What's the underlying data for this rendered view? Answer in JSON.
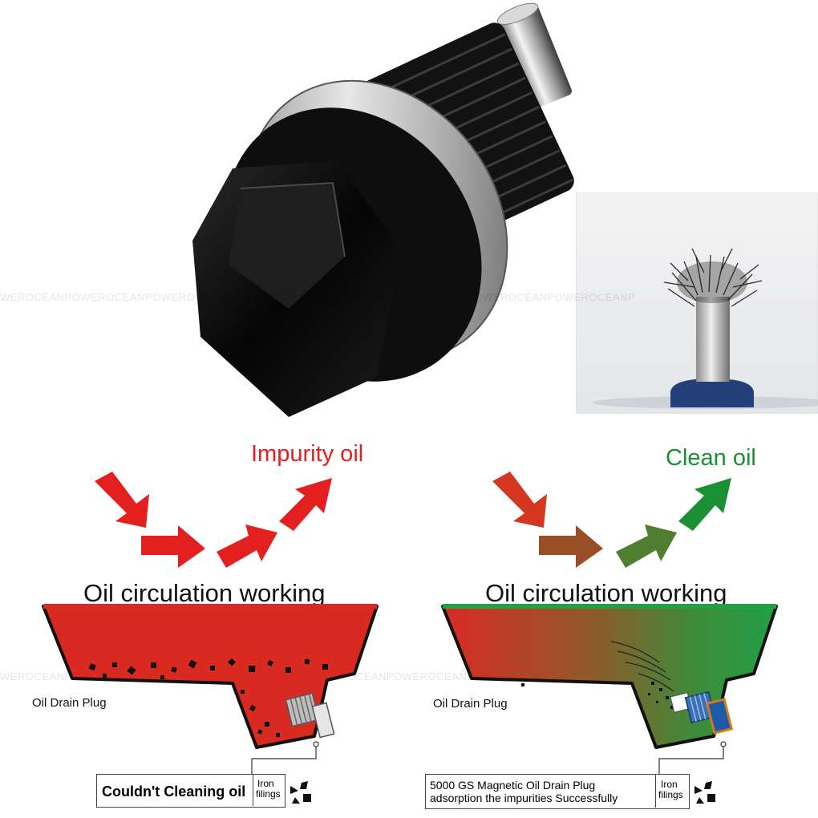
{
  "watermark": {
    "top": "WEROCEANPOWEROCEANPOWEROCEANPOWEROCEANPOWEROCEANPOWEROCEANPOWEROCEANPOWEROCEANP",
    "bottom": "WEROCEANPOWEROCEANPOWEROCEANPOWEROCEANPOWEROCEANPOWEROCEANPOWEROCEANPOWEROCEANPOWER"
  },
  "left_panel": {
    "flow_label": "Impurity oil",
    "heading": "Oil circulation working",
    "drain_label": "Oil Drain Plug",
    "callout": "Couldn't Cleaning oil",
    "iron_label_1": "Iron",
    "iron_label_2": "filings"
  },
  "right_panel": {
    "flow_label": "Clean oil",
    "heading": "Oil circulation working",
    "drain_label": "Oil Drain Plug",
    "callout_line1": "5000 GS Magnetic Oil Drain Plug",
    "callout_line2": "adsorption the impurities Successfully",
    "iron_label_1": "Iron",
    "iron_label_2": "filings"
  },
  "colors": {
    "impurity_red": "#e3201f",
    "clean_green": "#1b8f33",
    "oil_red": "#d92a22",
    "oil_green": "#22a045",
    "plug_black": "#0b0b0b"
  },
  "icons": [
    "drain-plug-product-photo",
    "magnet-with-iron-filings-photo",
    "flow-arrow-icon",
    "iron-filings-icon"
  ]
}
